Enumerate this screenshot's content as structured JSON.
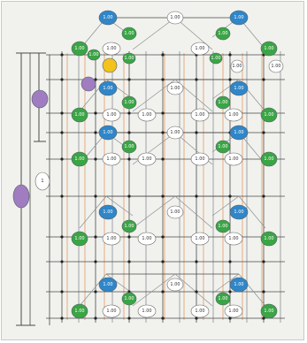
{
  "diagram": {
    "palette": {
      "blue": "#2f86c9",
      "green": "#3aa545",
      "white": "#ffffff",
      "purple": "#a07cc0",
      "yellow": "#f3c21b",
      "grid_line": "#4a4a4a",
      "orange_line": "#e07a3a",
      "gray_line": "#8b8f94",
      "frame": "#f1f2ed"
    },
    "node_label": "1.00",
    "white_label": "1.00",
    "tier_labels": {
      "outer": "1.00",
      "mid": "1.00",
      "inner": "1.00",
      "center": "1"
    },
    "icons": [
      "circle-node-icon"
    ]
  }
}
